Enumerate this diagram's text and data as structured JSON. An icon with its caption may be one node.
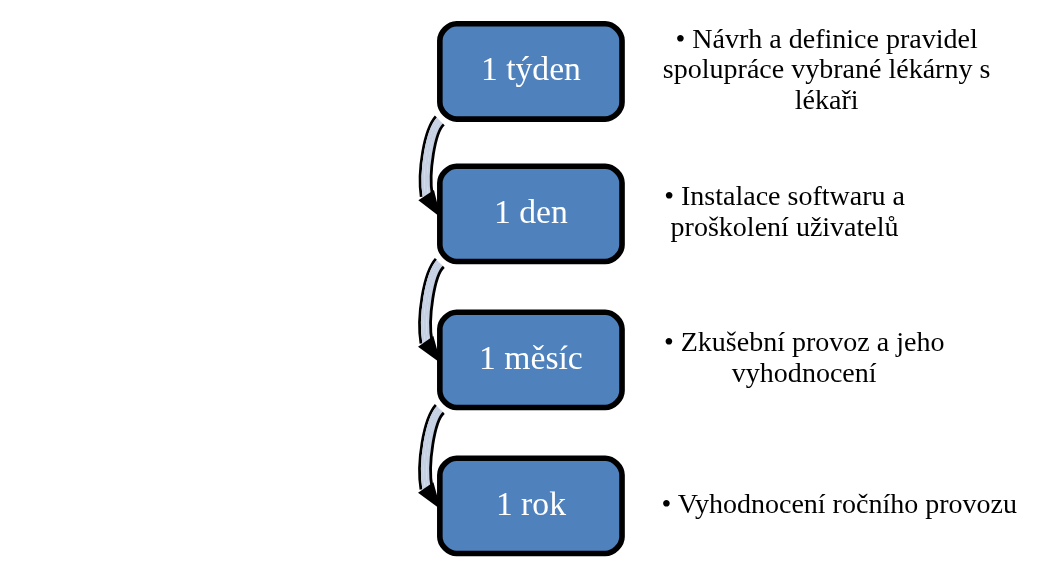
{
  "diagram": {
    "nodes": [
      {
        "text": [
          "1 týden"
        ],
        "beside": [
          "• Návrh a definice pravidel spolupráce vybrané lékárny s lékaři"
        ]
      },
      {
        "text": [
          "1 den"
        ],
        "beside": [
          "• Instalace softwaru a proškolení uživatelů"
        ]
      },
      {
        "text": [
          "1 měsíc"
        ],
        "beside": [
          "• Zkušební provoz a jeho vyhodnocení"
        ]
      },
      {
        "text": [
          "1 rok"
        ],
        "beside": [
          "• Vyhodnocení ročního provozu"
        ]
      }
    ],
    "edges": [
      {
        "from": 0,
        "to": 1,
        "arrow": "to"
      },
      {
        "from": 1,
        "to": 2,
        "arrow": "to"
      },
      {
        "from": 2,
        "to": 3,
        "arrow": "to"
      }
    ]
  }
}
